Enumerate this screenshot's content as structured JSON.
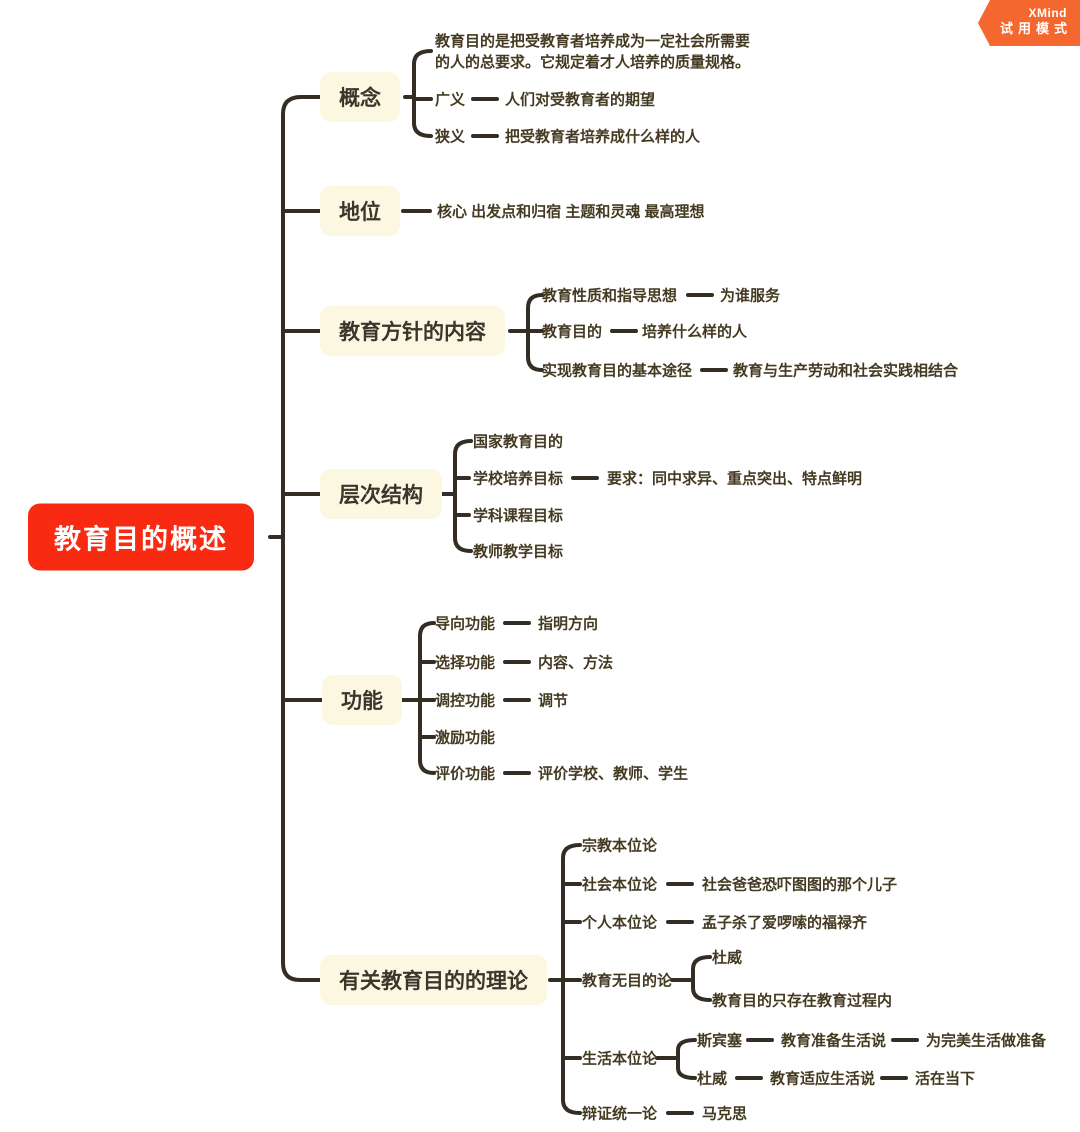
{
  "badge": {
    "brand": "XMind",
    "mode": "试用模式"
  },
  "root": {
    "label": "教育目的概述"
  },
  "branches": [
    {
      "label": "概念",
      "children": [
        {
          "lines": [
            "教育目的是把受教育者培养成为一定社会所需要",
            "的人的总要求。它规定着才人培养的质量规格。"
          ]
        },
        {
          "text": "广义",
          "child": "人们对受教育者的期望"
        },
        {
          "text": "狭义",
          "child": "把受教育者培养成什么样的人"
        }
      ]
    },
    {
      "label": "地位",
      "children": [
        {
          "text": "核心 出发点和归宿 主题和灵魂 最高理想"
        }
      ]
    },
    {
      "label": "教育方针的内容",
      "children": [
        {
          "text": "教育性质和指导思想",
          "child": "为谁服务"
        },
        {
          "text": "教育目的",
          "child": "培养什么样的人"
        },
        {
          "text": "实现教育目的基本途径",
          "child": "教育与生产劳动和社会实践相结合"
        }
      ]
    },
    {
      "label": "层次结构",
      "children": [
        {
          "text": "国家教育目的"
        },
        {
          "text": "学校培养目标",
          "child": "要求：同中求异、重点突出、特点鲜明"
        },
        {
          "text": "学科课程目标"
        },
        {
          "text": "教师教学目标"
        }
      ]
    },
    {
      "label": "功能",
      "children": [
        {
          "text": "导向功能",
          "child": "指明方向"
        },
        {
          "text": "选择功能",
          "child": "内容、方法"
        },
        {
          "text": "调控功能",
          "child": "调节"
        },
        {
          "text": "激励功能"
        },
        {
          "text": "评价功能",
          "child": "评价学校、教师、学生"
        }
      ]
    },
    {
      "label": "有关教育目的的理论",
      "children": [
        {
          "text": "宗教本位论"
        },
        {
          "text": "社会本位论",
          "child": "社会爸爸恐吓图图的那个儿子"
        },
        {
          "text": "个人本位论",
          "child": "孟子杀了爱啰嗦的福禄齐"
        },
        {
          "text": "教育无目的论",
          "subchildren": [
            "杜威",
            "教育目的只存在教育过程内"
          ]
        },
        {
          "text": "生活本位论",
          "rows": [
            [
              "斯宾塞",
              "教育准备生活说",
              "为完美生活做准备"
            ],
            [
              "杜威",
              "教育适应生活说",
              "活在当下"
            ]
          ]
        },
        {
          "text": "辩证统一论",
          "child": "马克思"
        }
      ]
    }
  ],
  "colors": {
    "line": "#332d24",
    "node-bg": "#fcf7e1",
    "node-ink": "#3a362c",
    "leaf-ink": "#443a22",
    "root-bg": "#f92a12",
    "root-ink": "#ffffff",
    "badge-bg": "#f4672f"
  }
}
